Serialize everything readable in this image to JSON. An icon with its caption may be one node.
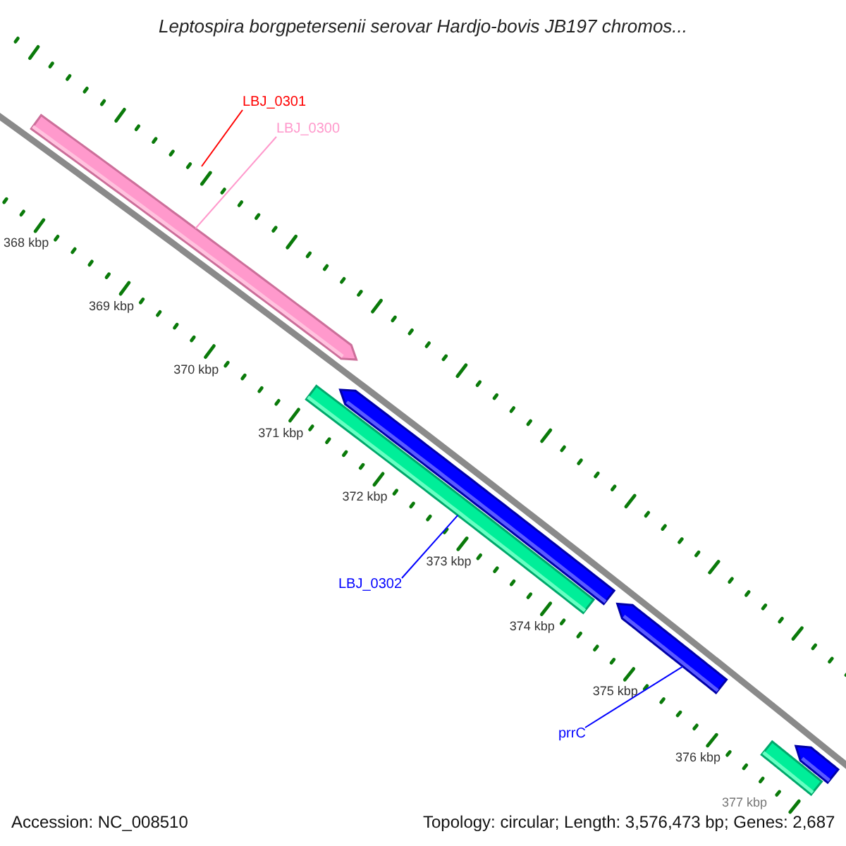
{
  "diagram": {
    "title": "Leptospira borgpetersenii serovar Hardjo-bovis JB197 chromos...",
    "nodes": [
      {
        "text": [
          "LBJ_0301"
        ]
      },
      {
        "text": [
          "LBJ_0300"
        ]
      },
      {
        "text": [
          "LBJ_0302"
        ]
      },
      {
        "text": [
          "prrC"
        ]
      },
      {
        "text": [],
        "shape": "bar"
      },
      {
        "text": [],
        "shape": "bar"
      },
      {
        "text": [],
        "shape": "bar"
      },
      {
        "text": [],
        "shape": "bar"
      },
      {
        "text": [],
        "shape": "bar"
      },
      {
        "text": [],
        "shape": "bar"
      }
    ],
    "edges": [
      {
        "from": 0,
        "to": null,
        "arrow": "none",
        "color": "#ff0000"
      },
      {
        "from": 1,
        "to": 4,
        "arrow": "none",
        "color": "#ff99cc"
      },
      {
        "from": 2,
        "to": 5,
        "arrow": "none",
        "color": "#0000ff"
      },
      {
        "from": 3,
        "to": 7,
        "arrow": "none",
        "color": "#0000ff"
      }
    ],
    "labels": [
      "368 kbp",
      "369 kbp",
      "370 kbp",
      "371 kbp",
      "372 kbp",
      "373 kbp",
      "374 kbp",
      "375 kbp",
      "376 kbp",
      "377 kbp",
      "Accession: NC_008510",
      "Topology: circular; Length: 3,576,473 bp; Genes: 2,687"
    ]
  }
}
